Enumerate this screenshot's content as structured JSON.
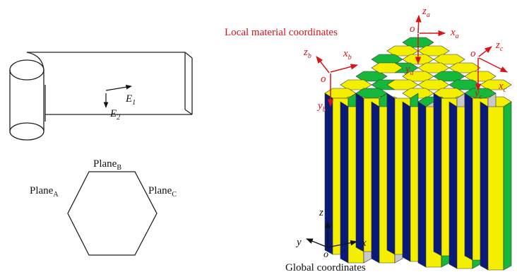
{
  "colors": {
    "annotation_red": "#d8141b",
    "cell_yellow": "#f4ef00",
    "cell_green": "#16b83c",
    "cell_navy": "#0a1a78",
    "cell_gray": "#c8c8c8",
    "line_black": "#111111"
  },
  "sheet": {
    "e1_label": "E",
    "e1_sub": "1",
    "e2_label": "E",
    "e2_sub": "2"
  },
  "hexagon": {
    "plane_a": "Plane",
    "plane_a_sub": "A",
    "plane_b": "Plane",
    "plane_b_sub": "B",
    "plane_c": "Plane",
    "plane_c_sub": "C"
  },
  "honeycomb": {
    "local_title": "Local material coordinates",
    "axes": {
      "za": "z",
      "za_sub": "a",
      "xa": "x",
      "xa_sub": "a",
      "ya": "y",
      "ya_sub": "a",
      "zb": "z",
      "zb_sub": "b",
      "xb": "x",
      "xb_sub": "b",
      "yb": "y",
      "yb_sub": "b",
      "zc": "z",
      "zc_sub": "c",
      "xc": "x",
      "xc_sub": "c",
      "yc": "y",
      "yc_sub": "c",
      "origin": "o"
    }
  },
  "global": {
    "title": "Global coordinates",
    "z": "z",
    "y": "y",
    "x": "x",
    "origin": "o"
  }
}
